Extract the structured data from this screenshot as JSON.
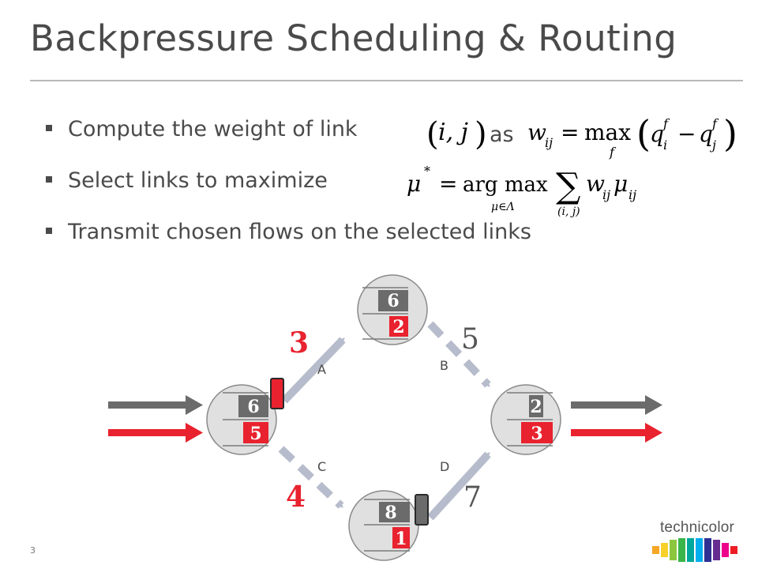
{
  "title": "Backpressure Scheduling & Routing",
  "bullets": [
    "Compute the weight of link",
    "Select links to maximize",
    "Transmit chosen flows on the selected links"
  ],
  "as_text": "as",
  "slide_number": "3",
  "logo_text": "technicolor",
  "colors": {
    "text": "#4a4a4a",
    "gray_queue": "#6b6b6b",
    "red": "#e8222e",
    "link": "#b6bccb",
    "node": "#e0e0e0"
  },
  "links": [
    {
      "name": "A",
      "weight": "3",
      "weight_color": "red"
    },
    {
      "name": "B",
      "weight": "5",
      "weight_color": "gray"
    },
    {
      "name": "C",
      "weight": "4",
      "weight_color": "red"
    },
    {
      "name": "D",
      "weight": "7",
      "weight_color": "gray"
    }
  ],
  "queues": {
    "source_gray": "6",
    "source_red": "5",
    "top_gray": "6",
    "top_red": "2",
    "dest_gray": "2",
    "dest_red": "3",
    "bottom_gray": "8",
    "bottom_red": "1"
  }
}
